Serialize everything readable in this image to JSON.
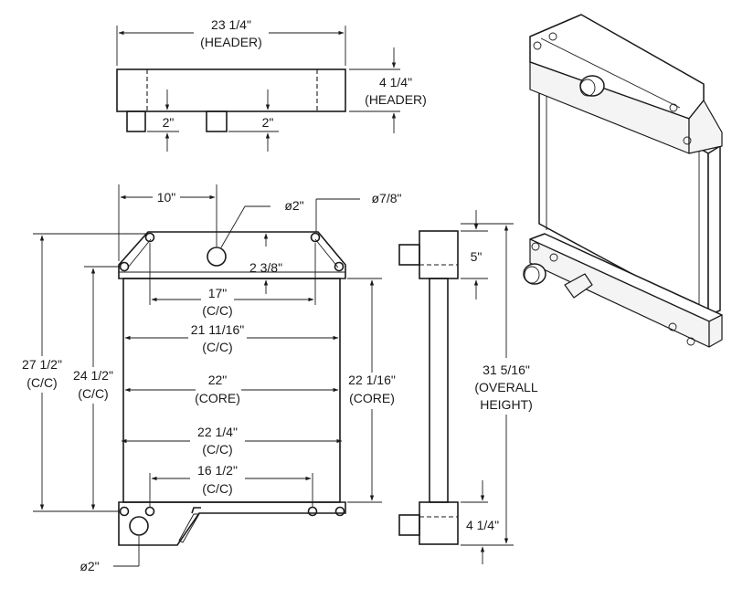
{
  "top_view": {
    "header_width": {
      "value": "23 1/4\"",
      "note": "(HEADER)"
    },
    "header_height": {
      "value": "4 1/4\"",
      "note": "(HEADER)"
    },
    "left_pipe_offset": "2\"",
    "right_pipe_offset": "2\""
  },
  "front_view": {
    "inlet_offset": "10\"",
    "inlet_diameter": "ø2\"",
    "bolt_hole_diameter": "ø7/8\"",
    "top_slope": "2 3/8\"",
    "top_bolt_spacing": {
      "value": "17\"",
      "note": "(C/C)"
    },
    "side_bolt_spacing": {
      "value": "21 11/16\"",
      "note": "(C/C)"
    },
    "core_width": {
      "value": "22\"",
      "note": "(CORE)"
    },
    "bottom_width": {
      "value": "22 1/4\"",
      "note": "(C/C)"
    },
    "bottom_bolt_spacing": {
      "value": "16 1/2\"",
      "note": "(C/C)"
    },
    "overall_cc_height": {
      "value": "27 1/2\"",
      "note": "(C/C)"
    },
    "inner_cc_height": {
      "value": "24 1/2\"",
      "note": "(C/C)"
    },
    "core_height": {
      "value": "22 1/16\"",
      "note": "(CORE)"
    },
    "outlet_diameter": "ø2\""
  },
  "side_view": {
    "top_tank_height": "5\"",
    "overall_height": {
      "value": "31 5/16\"",
      "line2": "(OVERALL",
      "line3": "HEIGHT)"
    },
    "bottom_tank_height": "4 1/4\""
  }
}
